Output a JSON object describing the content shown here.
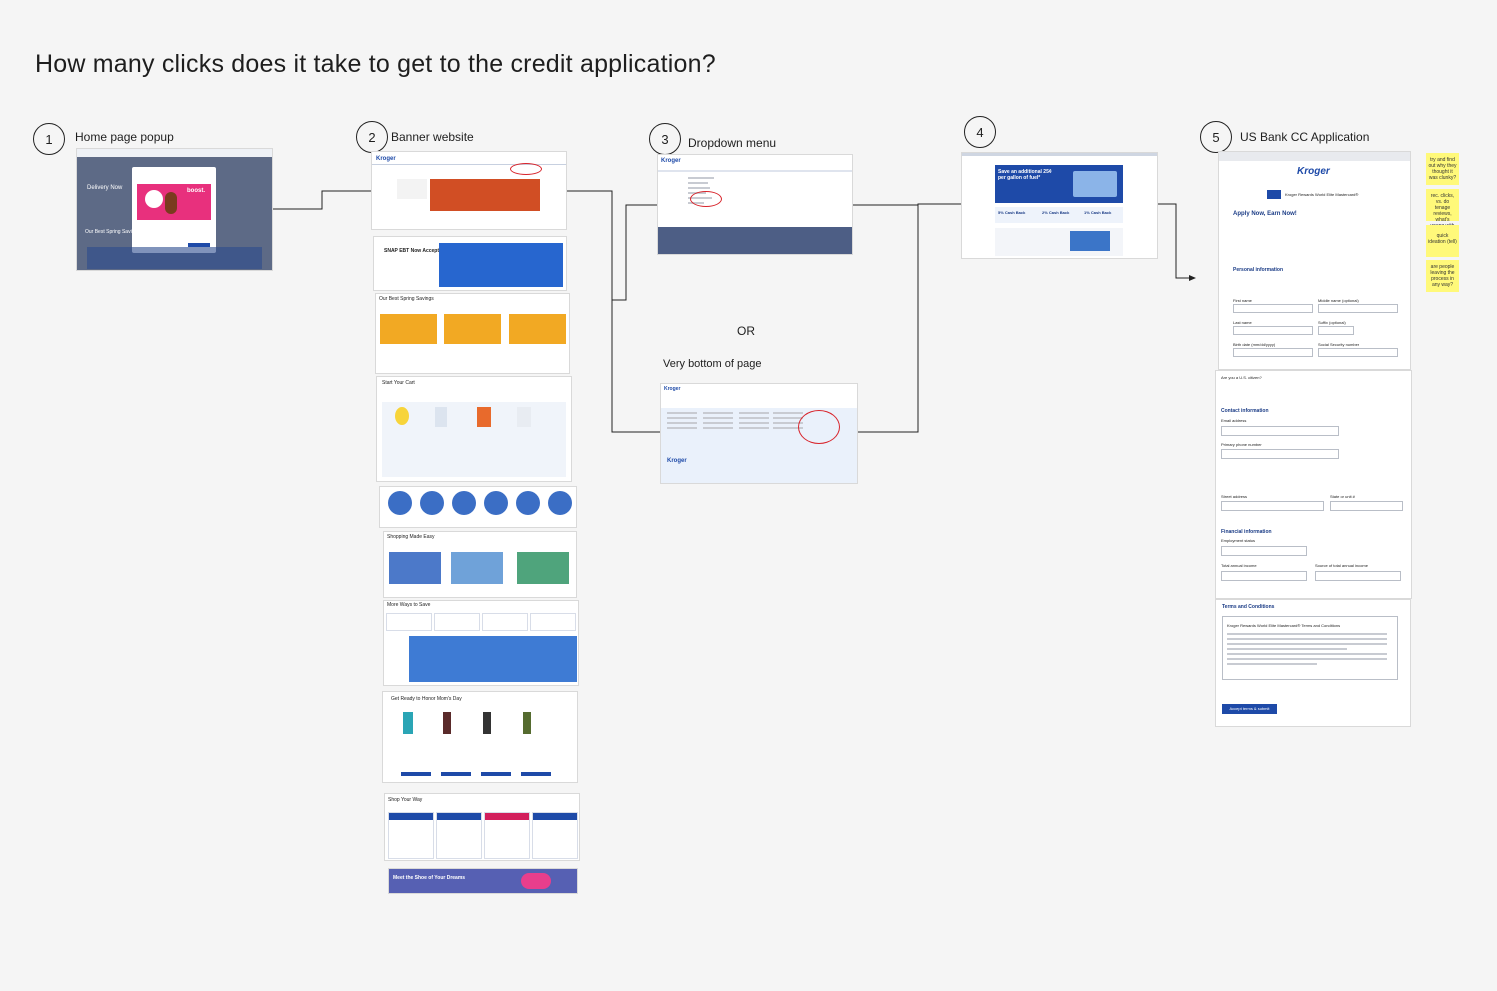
{
  "title": "How many clicks does it take to get to the credit application?",
  "steps": [
    {
      "number": "1",
      "label": "Home page popup"
    },
    {
      "number": "2",
      "label": "Banner website"
    },
    {
      "number": "3",
      "label": "Dropdown menu"
    },
    {
      "number": "4",
      "label": ""
    },
    {
      "number": "5",
      "label": "US Bank CC Application"
    }
  ],
  "or_label": "OR",
  "alt_label": "Very bottom of page",
  "popup": {
    "brand": "boost.",
    "heading": "Delivery Now",
    "section": "Our Best Spring Savings"
  },
  "banner": {
    "logo": "Kroger",
    "hero": "SNAP EBT Now Accepted Online",
    "section_savings": "Our Best Spring Savings",
    "section_cart": "Start Your Cart",
    "section_easy": "Shopping Made Easy",
    "section_save": "More Ways to Save",
    "section_moms": "Get Ready to Honor Mom's Day",
    "section_shop": "Shop Your Way",
    "footer_banner": "Meet the Shoe of Your Dreams"
  },
  "step4": {
    "headline": "Save an additional 25¢ per gallon of fuel*",
    "cashback": [
      "5% Cash Back",
      "2% Cash Back",
      "1% Cash Back"
    ]
  },
  "application": {
    "logo": "Kroger",
    "card_name": "Kroger Rewards World Elite Mastercard®",
    "heading": "Apply Now, Earn Now!",
    "personal": "Personal information",
    "fields_personal": [
      "First name",
      "Middle name (optional)",
      "Last name",
      "Suffix (optional)",
      "Birth date (mm/dd/yyyy)",
      "Social Security number"
    ],
    "citizen": "Are you a U.S. citizen?",
    "contact": "Contact information",
    "fields_contact": [
      "Email address",
      "Primary phone number",
      "Street address",
      "State or unit #"
    ],
    "financial": "Financial information",
    "fields_financial": [
      "Employment status",
      "Total annual income",
      "Source of total annual income"
    ],
    "terms": "Terms and Conditions",
    "terms_title": "Kroger Rewards World Elite Mastercard® Terms and Conditions",
    "accept": "Accept terms & submit"
  },
  "stickies": [
    "try and find out why they thought it was clunky?",
    "rec. clicks, vs. do tenage reviews, what's wrong with it?",
    "quick ideation (tell)",
    "are people leaving the process in any way?"
  ],
  "colors": {
    "brand_blue": "#2b56b3",
    "highlight_red": "#d8242b",
    "sticky_yellow": "#fff97a"
  }
}
